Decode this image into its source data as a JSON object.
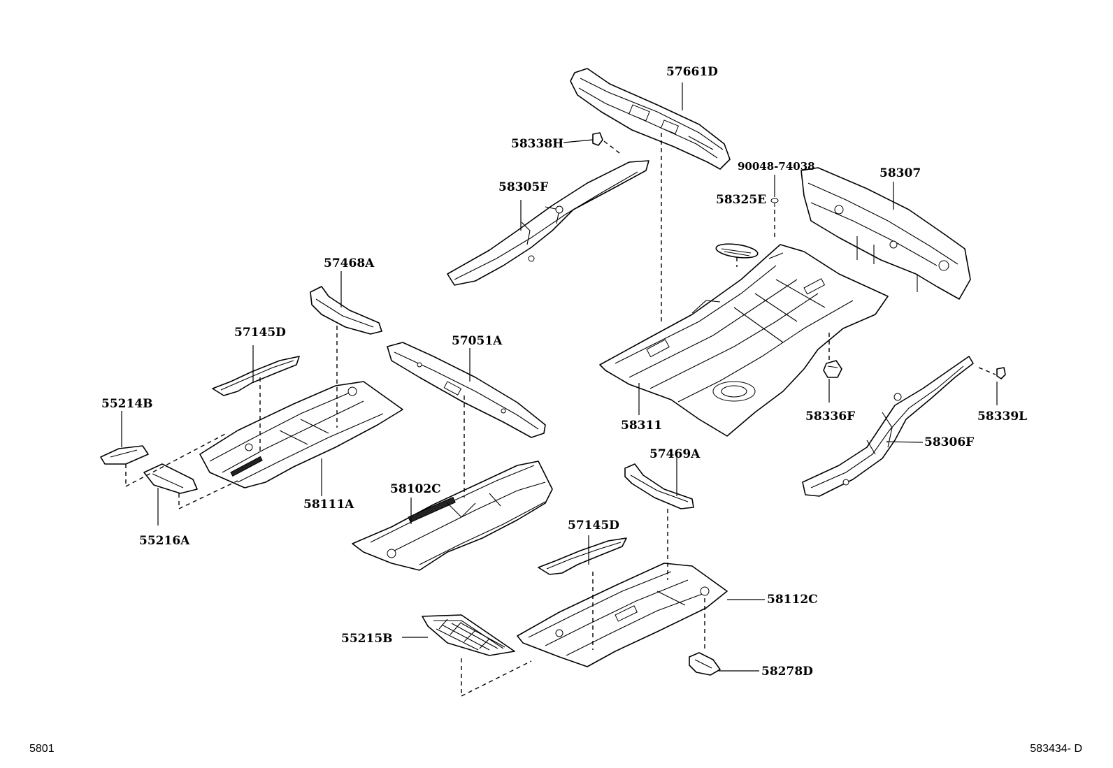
{
  "labels": {
    "p57661D": "57661D",
    "p58338H": "58338H",
    "p90048": "90048-74038",
    "p58307": "58307",
    "p58305F": "58305F",
    "p58325E": "58325E",
    "p57468A": "57468A",
    "p57145D_a": "57145D",
    "p57051A": "57051A",
    "p58311": "58311",
    "p58336F": "58336F",
    "p58339L": "58339L",
    "p55214B": "55214B",
    "p58306F": "58306F",
    "p57469A": "57469A",
    "p58102C": "58102C",
    "p58111A": "58111A",
    "p55216A": "55216A",
    "p57145D_b": "57145D",
    "p58112C": "58112C",
    "p55215B": "55215B",
    "p58278D": "58278D"
  },
  "footer": {
    "left": "5801",
    "right": "583434- D"
  }
}
